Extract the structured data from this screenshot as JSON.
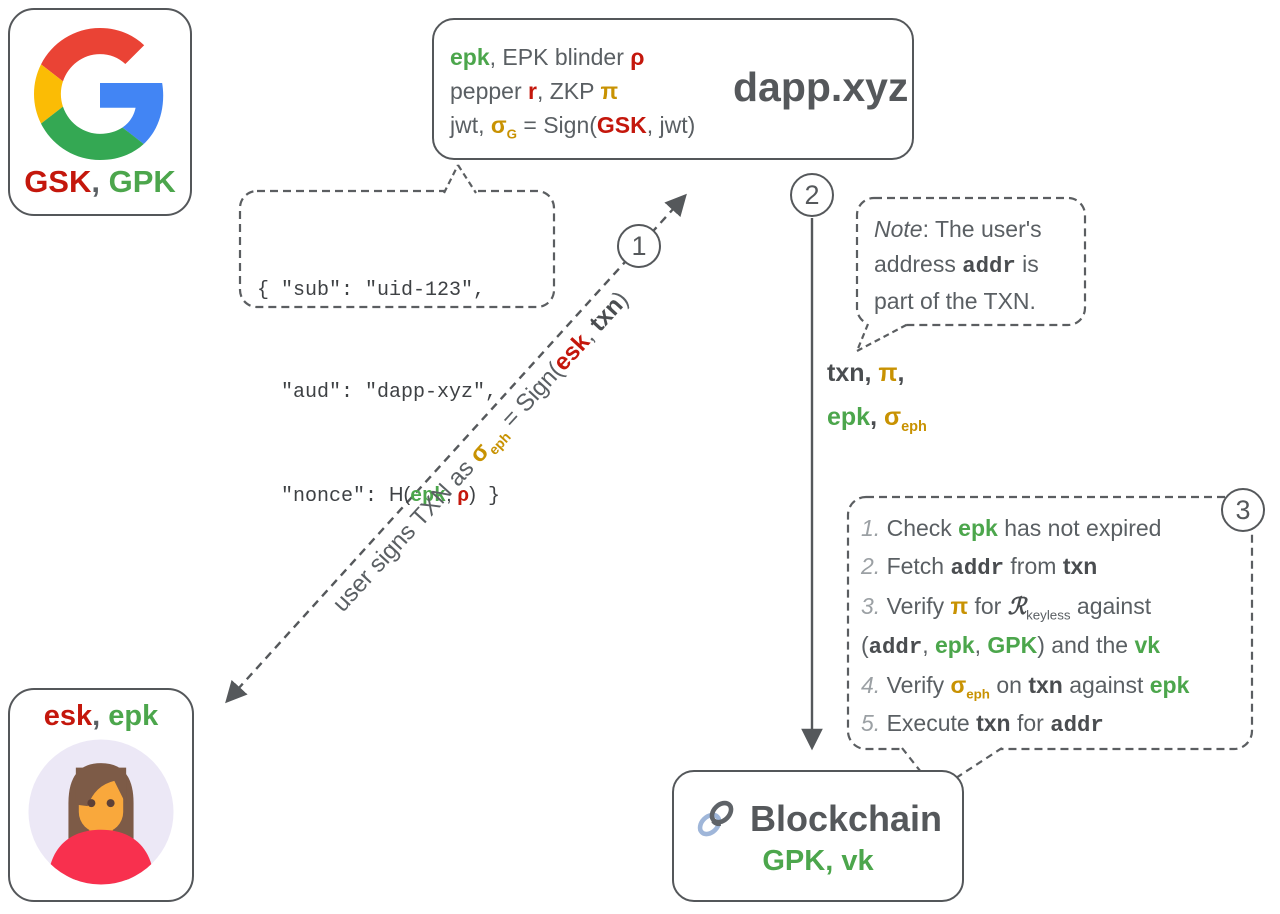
{
  "colors": {
    "green": "#4CA64C",
    "red": "#C4170C",
    "gold": "#C89202",
    "gray_text": "#5a5f63",
    "line": "#55585b"
  },
  "google_box": {
    "icon": "google-g-icon",
    "label": [
      {
        "t": "GSK",
        "c": "r"
      },
      {
        "t": ", ",
        "c": "d2"
      },
      {
        "t": "GPK",
        "c": "g"
      }
    ]
  },
  "dapp_box": {
    "title": "dapp.xyz",
    "lines": [
      [
        {
          "t": "epk",
          "c": "g"
        },
        {
          "t": ", EPK blinder "
        },
        {
          "t": "ρ",
          "c": "r"
        }
      ],
      [
        {
          "t": "pepper "
        },
        {
          "t": "r",
          "c": "r"
        },
        {
          "t": ", ZKP "
        },
        {
          "t": "π",
          "c": "o"
        }
      ],
      [
        {
          "t": "jwt, "
        },
        {
          "t": "σ",
          "c": "o",
          "s": "G",
          "sc": "o"
        },
        {
          "t": " = Sign("
        },
        {
          "t": "GSK",
          "c": "r"
        },
        {
          "t": ", jwt)"
        }
      ]
    ]
  },
  "jwt_bubble": {
    "lines": [
      [
        {
          "t": "{ \"sub\": \"uid-123\","
        }
      ],
      [
        {
          "t": "  \"aud\": \"dapp-xyz\","
        }
      ],
      [
        {
          "t": "  \"nonce\": "
        },
        {
          "t": "H(",
          "c": "sans"
        },
        {
          "t": "epk",
          "c": "g"
        },
        {
          "t": ", ",
          "c": "sans"
        },
        {
          "t": "ρ",
          "c": "r"
        },
        {
          "t": ")",
          "c": "sans"
        },
        {
          "t": " }"
        }
      ]
    ]
  },
  "user_box": {
    "icon": "woman-avatar",
    "label": [
      {
        "t": "esk",
        "c": "r"
      },
      {
        "t": ", ",
        "c": "d2"
      },
      {
        "t": "epk",
        "c": "g"
      }
    ]
  },
  "arrow1": {
    "number": "1",
    "label": [
      {
        "t": "user signs TXN as "
      },
      {
        "t": "σ",
        "c": "o",
        "s": "eph",
        "sc": "o"
      },
      {
        "t": " = Sign("
      },
      {
        "t": "esk",
        "c": "r"
      },
      {
        "t": ", "
      },
      {
        "t": "txn",
        "c": "b"
      },
      {
        "t": ")"
      }
    ]
  },
  "arrow2": {
    "number": "2",
    "label_lines": [
      [
        {
          "t": "txn",
          "c": "b"
        },
        {
          "t": ", ",
          "c": "b"
        },
        {
          "t": "π",
          "c": "o"
        },
        {
          "t": ",",
          "c": "b"
        }
      ],
      [
        {
          "t": "epk",
          "c": "g"
        },
        {
          "t": ", ",
          "c": "b"
        },
        {
          "t": "σ",
          "c": "o",
          "s": "eph",
          "sc": "o"
        }
      ]
    ]
  },
  "note_bubble": {
    "lines": [
      [
        {
          "t": "Note",
          "c": "i"
        },
        {
          "t": ": The user's"
        }
      ],
      [
        {
          "t": "address "
        },
        {
          "t": "addr",
          "c": "m"
        },
        {
          "t": " is"
        }
      ],
      [
        {
          "t": "part of the TXN."
        }
      ]
    ]
  },
  "steps_bubble": {
    "number": "3",
    "lines": [
      [
        {
          "t": "1.",
          "c": "mut"
        },
        {
          "t": " Check "
        },
        {
          "t": "epk",
          "c": "g"
        },
        {
          "t": " has not expired"
        }
      ],
      [
        {
          "t": "2.",
          "c": "mut"
        },
        {
          "t": " Fetch "
        },
        {
          "t": "addr",
          "c": "m"
        },
        {
          "t": " from "
        },
        {
          "t": "txn",
          "c": "b"
        }
      ],
      [
        {
          "t": "3.",
          "c": "mut"
        },
        {
          "t": " Verify "
        },
        {
          "t": "π",
          "c": "o"
        },
        {
          "t": " for "
        },
        {
          "t": "ℛ",
          "c": "scr",
          "s": "keyless",
          "sc": "plain"
        },
        {
          "t": " against"
        }
      ],
      [
        {
          "t": "("
        },
        {
          "t": "addr",
          "c": "m"
        },
        {
          "t": ", "
        },
        {
          "t": "epk",
          "c": "g"
        },
        {
          "t": ", "
        },
        {
          "t": "GPK",
          "c": "g"
        },
        {
          "t": ") and the "
        },
        {
          "t": "vk",
          "c": "g"
        }
      ],
      [
        {
          "t": "4.",
          "c": "mut"
        },
        {
          "t": " Verify "
        },
        {
          "t": "σ",
          "c": "o",
          "s": "eph",
          "sc": "o"
        },
        {
          "t": " on "
        },
        {
          "t": "txn",
          "c": "b"
        },
        {
          "t": " against "
        },
        {
          "t": "epk",
          "c": "g"
        }
      ],
      [
        {
          "t": "5.",
          "c": "mut"
        },
        {
          "t": " Execute "
        },
        {
          "t": "txn",
          "c": "b"
        },
        {
          "t": " for "
        },
        {
          "t": "addr",
          "c": "m"
        }
      ]
    ]
  },
  "blockchain_box": {
    "icon": "chain-link-icon",
    "title": "Blockchain",
    "label": [
      {
        "t": "GPK",
        "c": "g"
      },
      {
        "t": ", ",
        "c": "g"
      },
      {
        "t": "vk",
        "c": "g"
      }
    ]
  }
}
